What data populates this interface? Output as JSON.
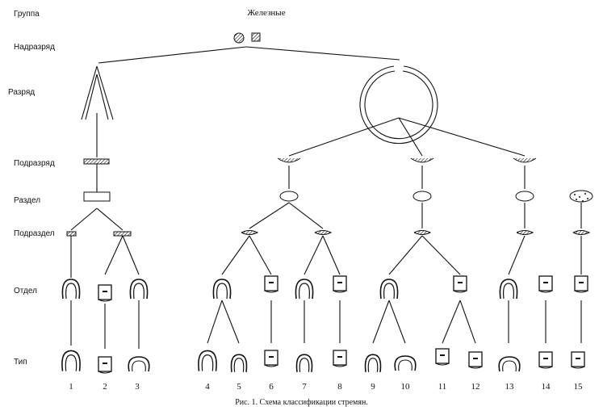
{
  "group_label": "Группа",
  "top_label": "Железные",
  "levels": {
    "superrank": "Надразряд",
    "rank": "Разряд",
    "subrank": "Подразряд",
    "section": "Раздел",
    "subsection": "Подраздел",
    "department": "Отдел",
    "type": "Тип"
  },
  "types": [
    "1",
    "2",
    "3",
    "4",
    "5",
    "6",
    "7",
    "8",
    "9",
    "10",
    "11",
    "12",
    "13",
    "14",
    "15"
  ],
  "caption": "Рис. 1. Схема классификации стремян.",
  "colors": {
    "ink": "#111111",
    "paper": "#ffffff"
  },
  "icons": [
    "hatched-circle-icon",
    "hatched-square-icon",
    "loop-stirrup-icon",
    "plate-stirrup-icon",
    "hatched-bar-icon",
    "oval-icon",
    "dotted-oval-icon"
  ]
}
